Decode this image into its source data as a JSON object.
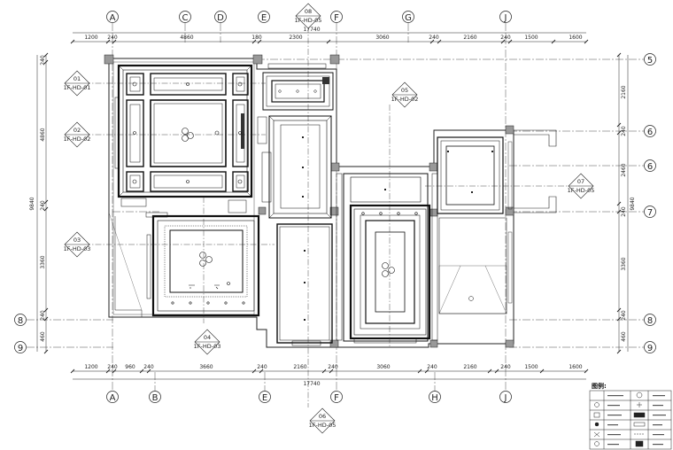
{
  "grid_top": [
    "A",
    "C",
    "D",
    "E",
    "F",
    "G",
    "J"
  ],
  "grid_bottom": [
    "A",
    "B",
    "E",
    "F",
    "H",
    "J"
  ],
  "grid_side": [
    "5",
    "6",
    "6",
    "7",
    "8",
    "9"
  ],
  "grid_left": [
    "8",
    "9"
  ],
  "dims_top": [
    "1200",
    "240",
    "4860",
    "180",
    "2300",
    "3060",
    "240",
    "2160",
    "240",
    "1500",
    "1600"
  ],
  "dims_top_total": "17740",
  "dims_bottom": [
    "1200",
    "240",
    "960",
    "240",
    "3660",
    "240",
    "2160",
    "240",
    "3060",
    "240",
    "2160",
    "240",
    "1500",
    "1600"
  ],
  "dims_bottom_total": "17740",
  "dims_left": [
    "240",
    "4860",
    "240",
    "3360",
    "240",
    "460"
  ],
  "dims_left_total": "9840",
  "dims_right": [
    "2160",
    "240",
    "2460",
    "240",
    "3360",
    "240",
    "460"
  ],
  "dims_right_total": "9840",
  "section_marks": [
    {
      "num": "01",
      "ref": "1F-HD-01"
    },
    {
      "num": "02",
      "ref": "1F-HD-02"
    },
    {
      "num": "03",
      "ref": "1F-HD-03"
    },
    {
      "num": "04",
      "ref": "1F-HD-03"
    },
    {
      "num": "05",
      "ref": "1F-HD-02"
    },
    {
      "num": "06",
      "ref": "1F-HD-05"
    },
    {
      "num": "07",
      "ref": "1F-HD-05"
    },
    {
      "num": "08",
      "ref": "1F-HD-05"
    }
  ],
  "legend_title": "图例:"
}
